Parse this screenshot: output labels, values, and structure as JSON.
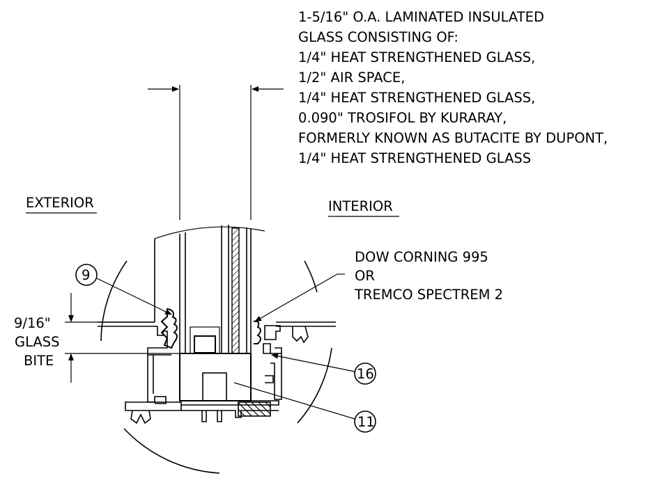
{
  "glass_spec": {
    "lines": [
      "1-5/16\" O.A. LAMINATED INSULATED",
      "GLASS CONSISTING OF:",
      "1/4\" HEAT STRENGTHENED GLASS,",
      "1/2\" AIR SPACE,",
      "1/4\" HEAT STRENGTHENED GLASS,",
      "0.090\" TROSIFOL BY KURARAY,",
      "FORMERLY KNOWN AS BUTACITE BY DUPONT,",
      "1/4\" HEAT STRENGTHENED GLASS"
    ]
  },
  "side_labels": {
    "exterior": "EXTERIOR",
    "interior": "INTERIOR"
  },
  "sealant_note": {
    "line1": "DOW CORNING 995",
    "line2": "OR",
    "line3": "TREMCO SPECTREM 2"
  },
  "glass_bite": {
    "line1": "9/16\"",
    "line2": "GLASS",
    "line3": "BITE"
  },
  "callouts": {
    "c9": "9",
    "c16": "16",
    "c11": "11"
  }
}
